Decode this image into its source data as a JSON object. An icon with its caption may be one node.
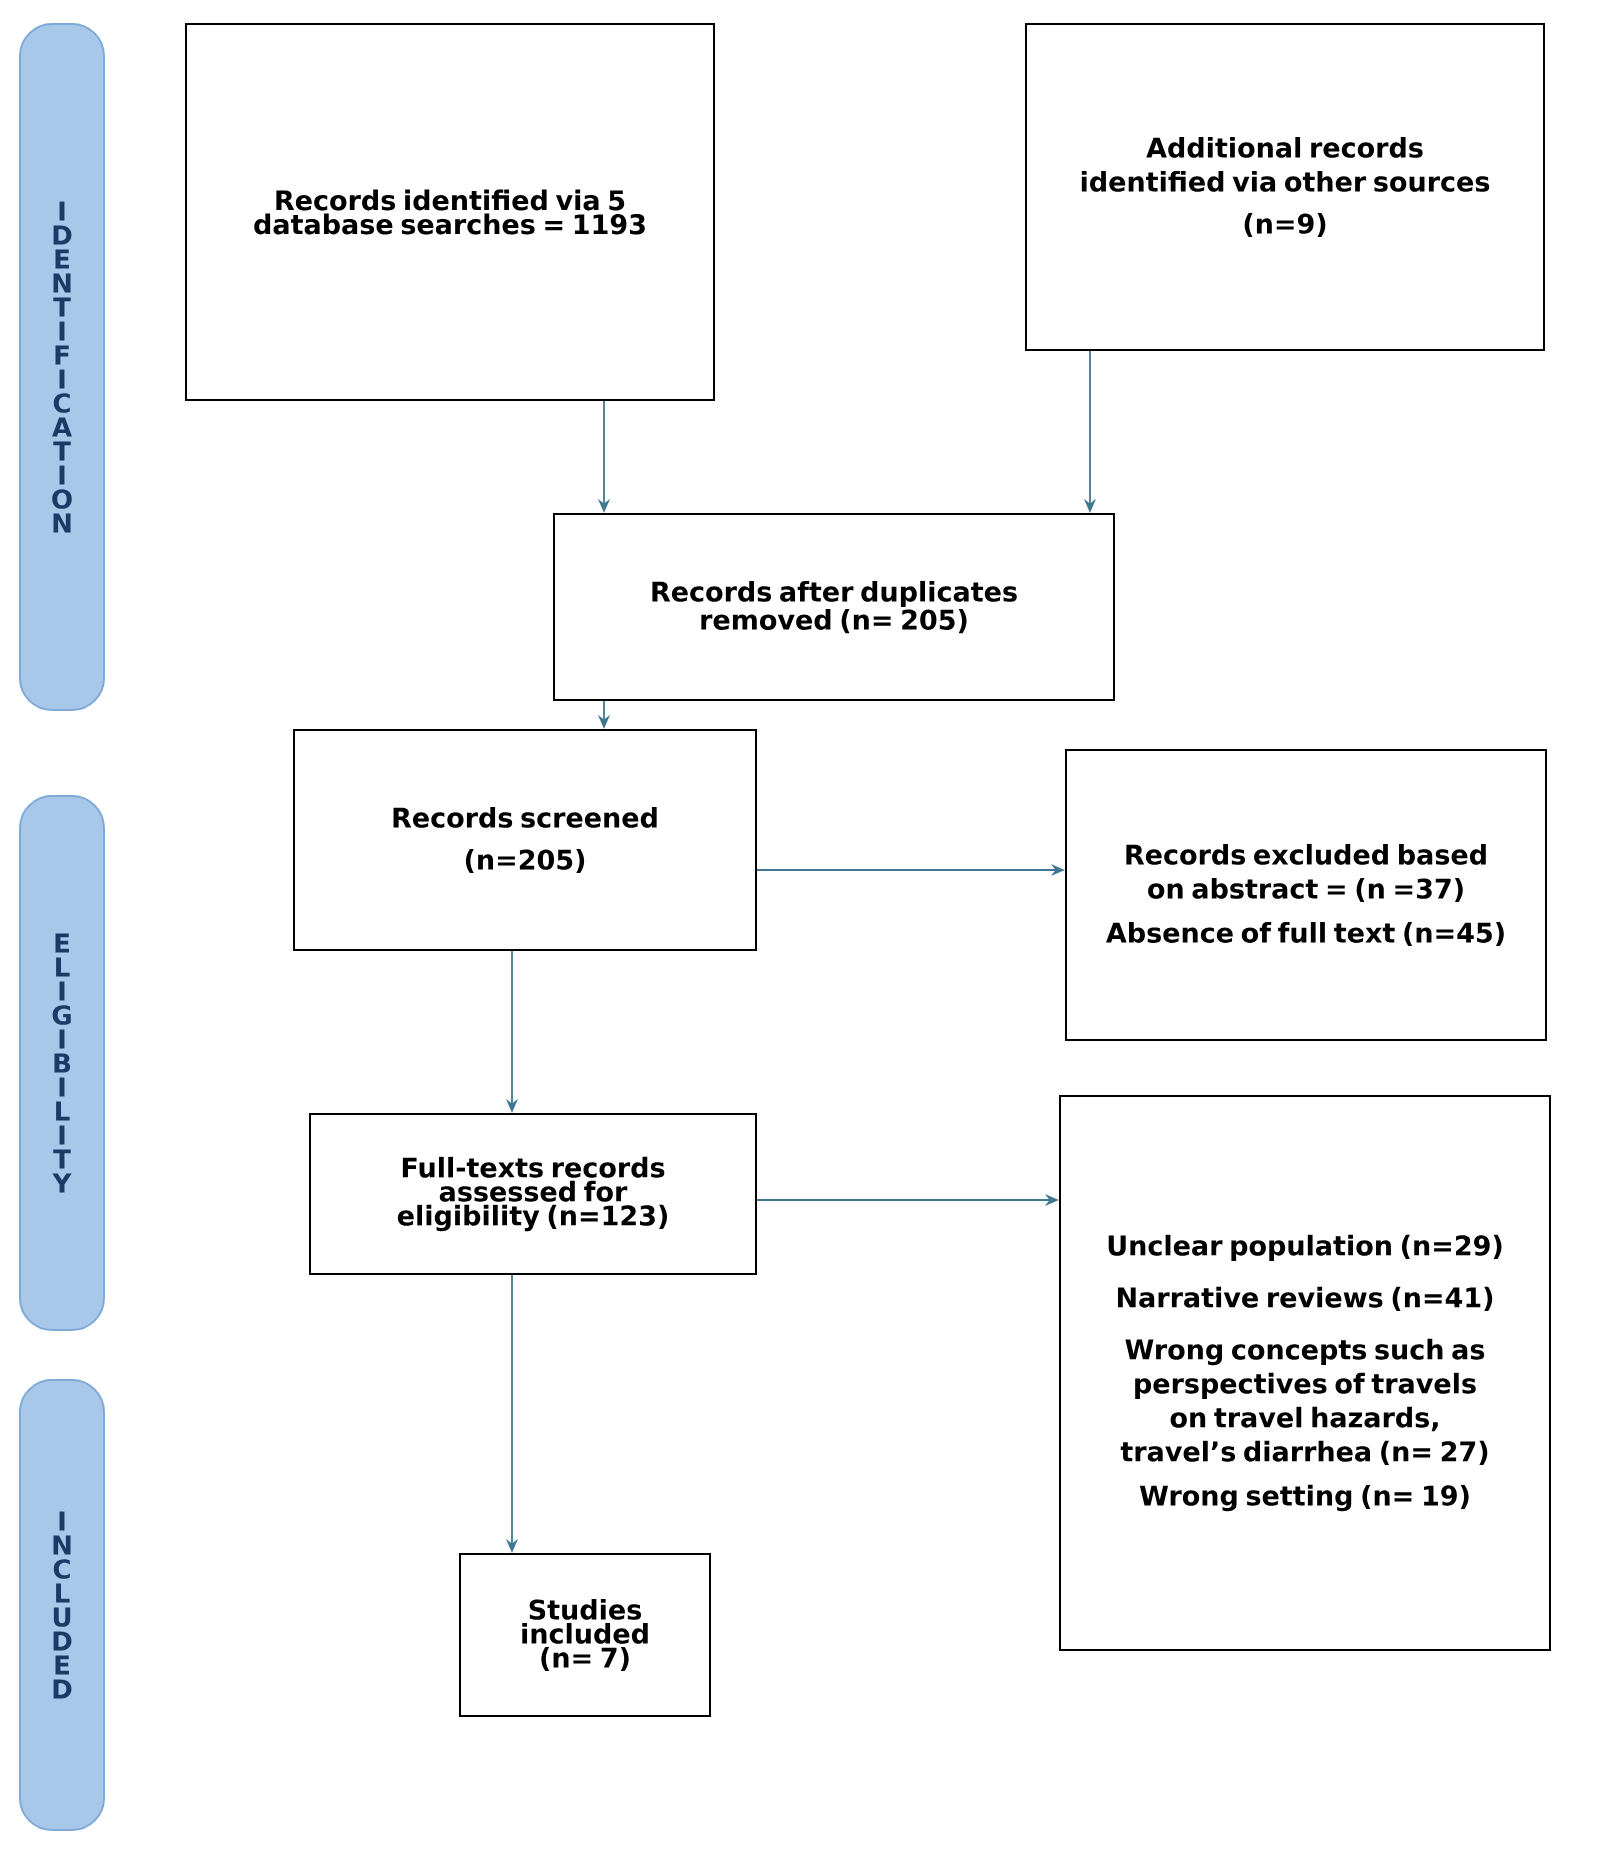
{
  "diagram": {
    "nodes": [
      {
        "text": [
          "IDENTIFICATION"
        ]
      },
      {
        "text": [
          "Records identified via 5 database searches = 1193"
        ]
      },
      {
        "text": [
          "Additional records identified via other sources",
          "(n=9)"
        ]
      },
      {
        "text": [
          "Records after duplicates removed (n= 205)"
        ]
      },
      {
        "text": [
          "ELIGIBILITY"
        ]
      },
      {
        "text": [
          "Records screened",
          "(n=205)"
        ]
      },
      {
        "text": [
          "Records excluded based on abstract = (n =37)",
          "Absence of full text (n=45)"
        ]
      },
      {
        "text": [
          "Full-texts records assessed for eligibility (n=123)"
        ]
      },
      {
        "text": [
          "Unclear population (n=29)",
          "Narrative reviews (n=41)",
          "Wrong concepts such as perspectives of travels on travel hazards, travel’s diarrhea (n= 27)",
          "Wrong setting (n= 19)"
        ]
      },
      {
        "text": [
          "INCLUDED"
        ]
      },
      {
        "text": [
          "Studies included (n= 7)"
        ]
      }
    ],
    "edges": [
      {
        "from": 1,
        "to": 3,
        "arrow": "to"
      },
      {
        "from": 2,
        "to": 3,
        "arrow": "to"
      },
      {
        "from": 3,
        "to": 5,
        "arrow": "to"
      },
      {
        "from": 5,
        "to": 6,
        "arrow": "to"
      },
      {
        "from": 5,
        "to": 7,
        "arrow": "to"
      },
      {
        "from": 7,
        "to": 8,
        "arrow": "to"
      },
      {
        "from": 7,
        "to": 10,
        "arrow": "to"
      }
    ]
  }
}
